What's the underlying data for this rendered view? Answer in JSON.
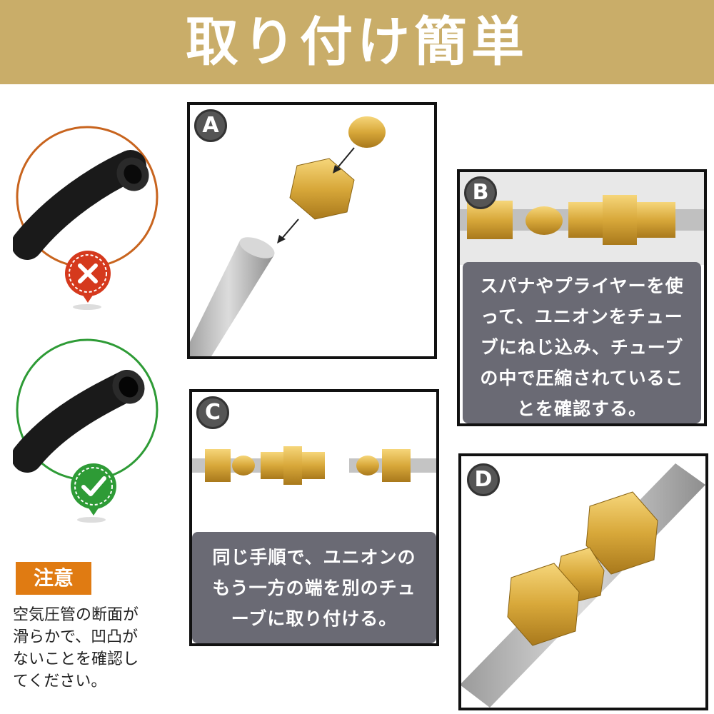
{
  "header": {
    "title": "取り付け簡単",
    "bg_color": "#c9ad69"
  },
  "examples": [
    {
      "name": "bad-example",
      "status_icon": "x-icon",
      "color": "#c8641e"
    },
    {
      "name": "good-example",
      "status_icon": "check-icon",
      "color": "#2e9b36"
    }
  ],
  "note": {
    "label": "注意",
    "lines": [
      "空気圧管の断面が",
      "滑らかで、凹凸が",
      "ないことを確認し",
      "てください。"
    ],
    "label_color": "#e07b12"
  },
  "steps": [
    {
      "letter": "A",
      "caption_lines": []
    },
    {
      "letter": "B",
      "caption_lines": [
        "スパナやプライヤーを使",
        "って、ユニオンをチュー",
        "ブにねじ込み、チューブ",
        "の中で圧縮されているこ",
        "とを確認する。"
      ]
    },
    {
      "letter": "C",
      "caption_lines": [
        "同じ手順で、ユニオンの",
        "もう一方の端を別のチュ",
        "ーブに取り付ける。"
      ]
    },
    {
      "letter": "D",
      "caption_lines": []
    }
  ]
}
